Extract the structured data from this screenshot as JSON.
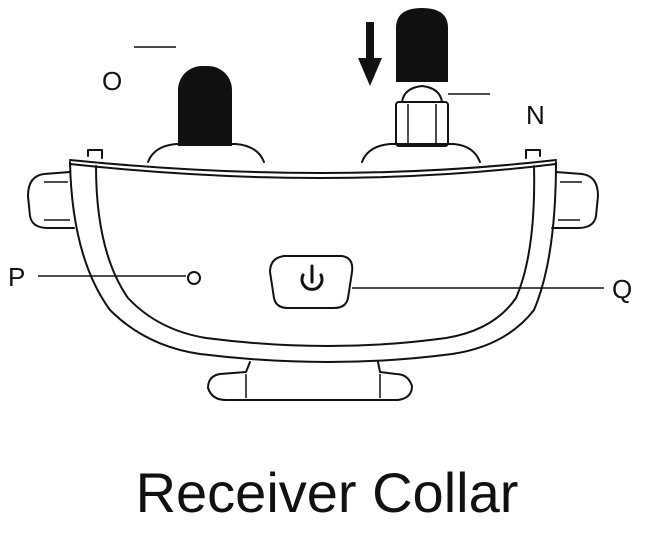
{
  "labels": {
    "o": "O",
    "n": "N",
    "p": "P",
    "q": "Q"
  },
  "caption": "Receiver Collar",
  "icons": {
    "power": "power-icon",
    "arrow": "down-arrow-icon"
  },
  "colors": {
    "ink": "#111111",
    "background": "#ffffff"
  }
}
